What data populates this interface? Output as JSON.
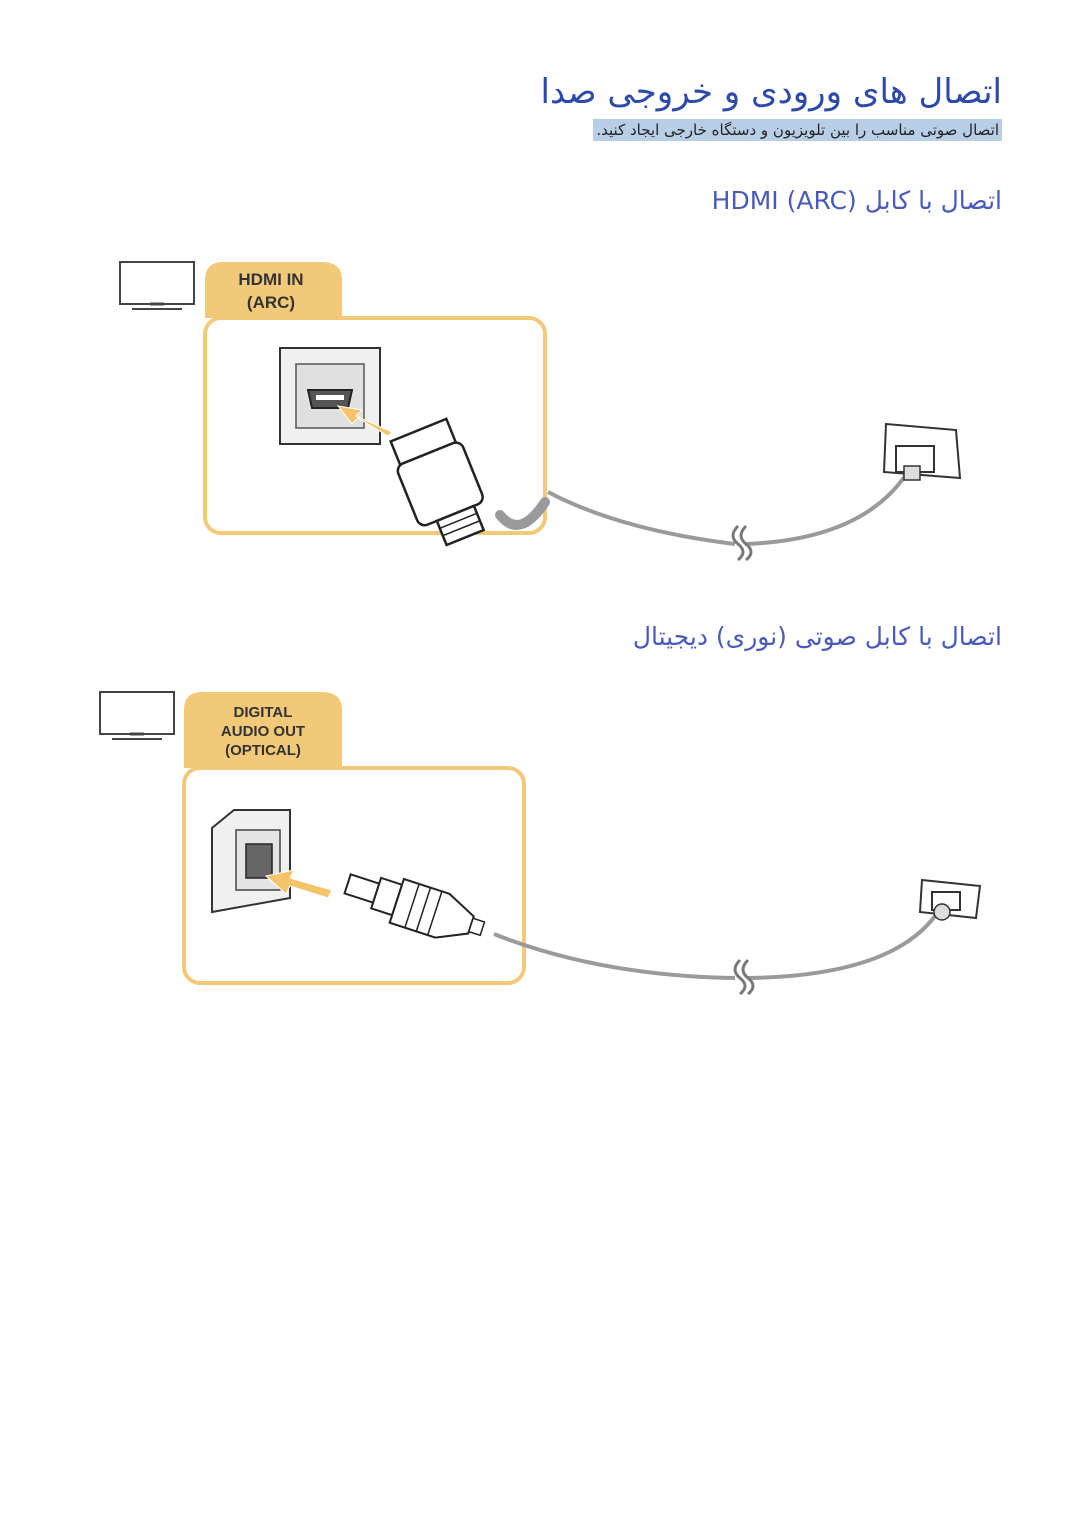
{
  "page": {
    "title": "اتصال های ورودی و خروجی صدا",
    "subtitle": "اتصال صوتی مناسب را بین تلویزیون و دستگاه خارجی ایجاد کنید."
  },
  "sections": [
    {
      "heading": "اتصال با کابل HDMI (ARC)",
      "port_label_lines": [
        "HDMI IN",
        "(ARC)"
      ]
    },
    {
      "heading": "اتصال با کابل صوتی (نوری) دیجیتال",
      "port_label_lines": [
        "DIGITAL",
        "AUDIO OUT",
        "(OPTICAL)"
      ]
    }
  ],
  "colors": {
    "title": "#2e4aa8",
    "heading": "#4a5ab8",
    "subtitle_bg": "#b8cde6",
    "callout_border": "#f2c879",
    "callout_tab": "#f2c879",
    "arrow": "#f4c36a",
    "cable": "#9a9a9a"
  },
  "icons": [
    "tv-icon",
    "hdmi-port-icon",
    "hdmi-plug-icon",
    "optical-port-icon",
    "optical-plug-icon",
    "cable-break-icon",
    "external-device-port-icon"
  ]
}
